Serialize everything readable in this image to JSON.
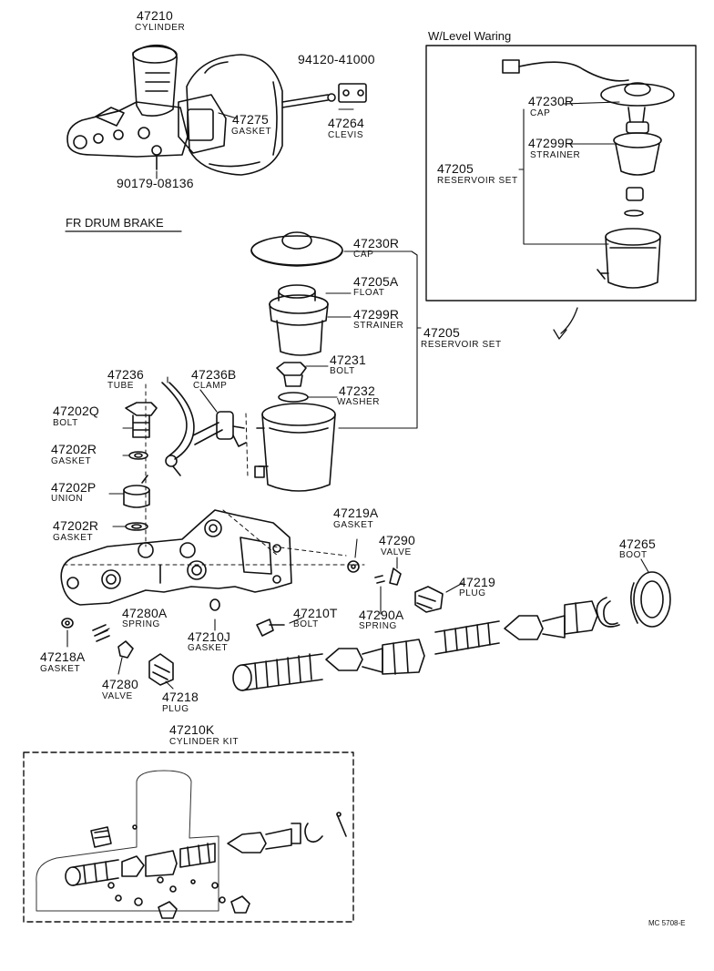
{
  "diagram": {
    "section_label": "FR DRUM BRAKE",
    "inset_title": "W/Level Waring",
    "footer_code": "MC 5708-E",
    "parts": {
      "p47210": {
        "num": "47210",
        "name": "CYLINDER"
      },
      "p94120": {
        "num": "94120-41000"
      },
      "p47275": {
        "num": "47275",
        "name": "GASKET"
      },
      "p47264": {
        "num": "47264",
        "name": "CLEVIS"
      },
      "p90179": {
        "num": "90179-08136"
      },
      "i47230R": {
        "num": "47230R",
        "name": "CAP"
      },
      "i47299R": {
        "num": "47299R",
        "name": "STRAINER"
      },
      "i47205": {
        "num": "47205",
        "name": "RESERVOIR SET"
      },
      "p47230R": {
        "num": "47230R",
        "name": "CAP"
      },
      "p47205A": {
        "num": "47205A",
        "name": "FLOAT"
      },
      "p47299R": {
        "num": "47299R",
        "name": "STRAINER"
      },
      "p47205": {
        "num": "47205",
        "name": "RESERVOIR SET"
      },
      "p47231": {
        "num": "47231",
        "name": "BOLT"
      },
      "p47232": {
        "num": "47232",
        "name": "WASHER"
      },
      "p47236": {
        "num": "47236",
        "name": "TUBE"
      },
      "p47236B": {
        "num": "47236B",
        "name": "CLAMP"
      },
      "p47202Q": {
        "num": "47202Q",
        "name": "BOLT"
      },
      "p47202R1": {
        "num": "47202R",
        "name": "GASKET"
      },
      "p47202P": {
        "num": "47202P",
        "name": "UNION"
      },
      "p47202R2": {
        "num": "47202R",
        "name": "GASKET"
      },
      "p47219A": {
        "num": "47219A",
        "name": "GASKET"
      },
      "p47290": {
        "num": "47290",
        "name": "VALVE"
      },
      "p47219": {
        "num": "47219",
        "name": "PLUG"
      },
      "p47265": {
        "num": "47265",
        "name": "BOOT"
      },
      "p47280A": {
        "num": "47280A",
        "name": "SPRING"
      },
      "p47210T": {
        "num": "47210T",
        "name": "BOLT"
      },
      "p47290A": {
        "num": "47290A",
        "name": "SPRING"
      },
      "p47210J": {
        "num": "47210J",
        "name": "GASKET"
      },
      "p47218A": {
        "num": "47218A",
        "name": "GASKET"
      },
      "p47280": {
        "num": "47280",
        "name": "VALVE"
      },
      "p47218": {
        "num": "47218",
        "name": "PLUG"
      },
      "p47210K": {
        "num": "47210K",
        "name": "CYLINDER KIT"
      }
    }
  }
}
